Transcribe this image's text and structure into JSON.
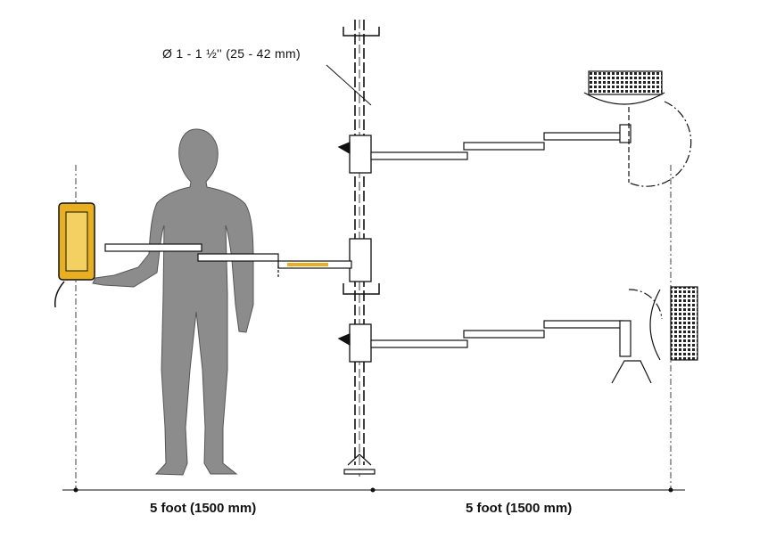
{
  "callout": {
    "pole_diameter": "Ø 1 - 1 ½'' (25 - 42 mm)"
  },
  "dimensions": [
    {
      "label": "5 foot (1500 mm)"
    },
    {
      "label": "5 foot (1500 mm)"
    }
  ],
  "colors": {
    "line": "#111111",
    "silhouette": "#8c8c8c",
    "accent": "#e8b020"
  }
}
